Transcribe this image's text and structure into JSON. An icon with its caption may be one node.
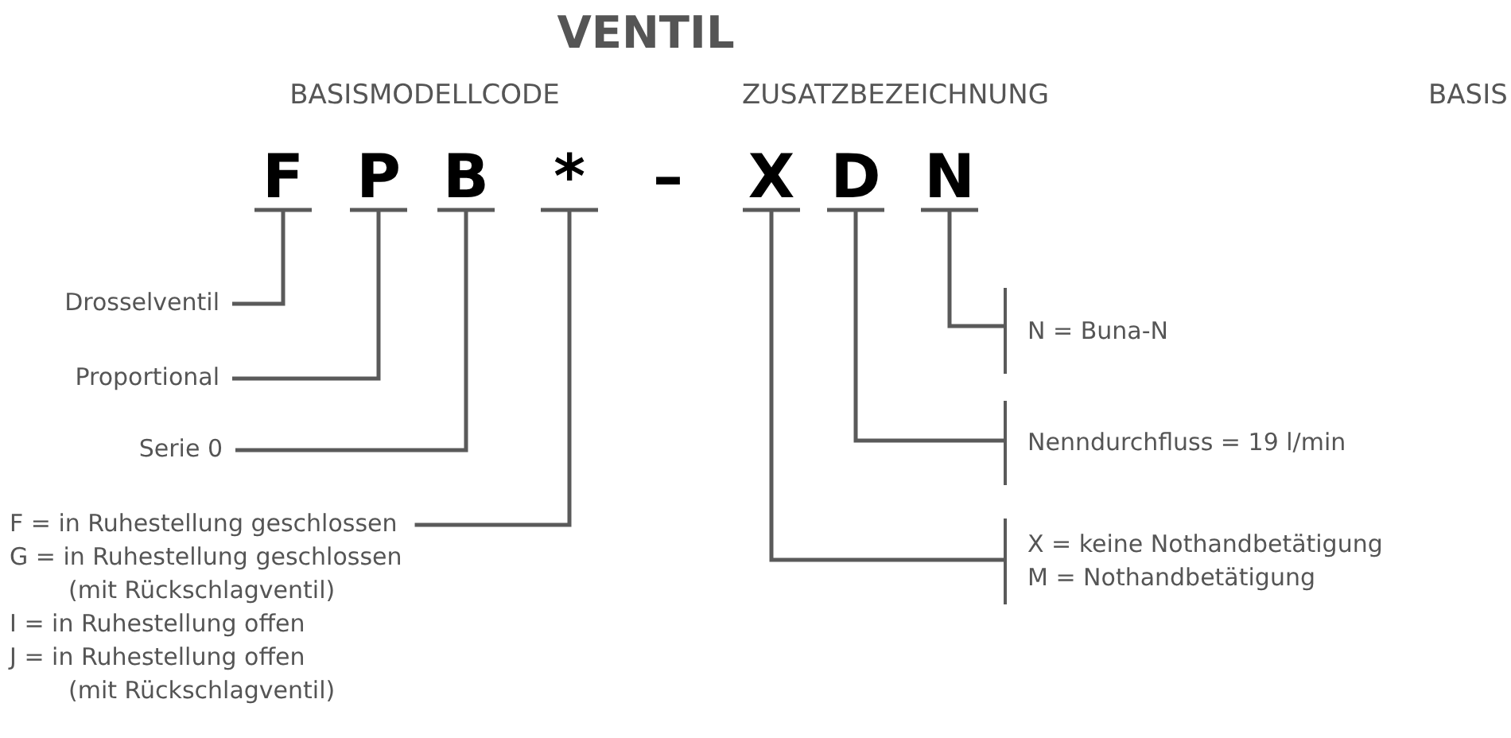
{
  "diagram": {
    "title": "VENTIL",
    "nodes": [
      {
        "text": [
          "F"
        ]
      },
      {
        "text": [
          "P"
        ]
      },
      {
        "text": [
          "B"
        ]
      },
      {
        "text": [
          "*"
        ]
      },
      {
        "text": [
          "X"
        ]
      },
      {
        "text": [
          "D"
        ]
      },
      {
        "text": [
          "N"
        ]
      },
      {
        "text": [
          "Drosselventil"
        ]
      },
      {
        "text": [
          "Proportional"
        ]
      },
      {
        "text": [
          "Serie 0"
        ]
      },
      {
        "text": [
          "F = in Ruhestellung geschlossen",
          "G = in Ruhestellung geschlossen (mit Rückschlagventil)",
          "I = in Ruhestellung offen",
          "J = in Ruhestellung offen (mit Rückschlagventil)"
        ]
      },
      {
        "text": [
          "N = Buna-N"
        ]
      },
      {
        "text": [
          "Nenndurchfluss = 19 l/min"
        ]
      },
      {
        "text": [
          "X = keine Nothandbetätigung",
          "M = Nothandbetätigung"
        ]
      }
    ],
    "edges": [
      {
        "from": 0,
        "to": 7,
        "arrow": "other"
      },
      {
        "from": 1,
        "to": 8,
        "arrow": "other"
      },
      {
        "from": 2,
        "to": 9,
        "arrow": "other"
      },
      {
        "from": 3,
        "to": 10,
        "arrow": "other"
      },
      {
        "from": 4,
        "to": 13,
        "arrow": "other"
      },
      {
        "from": 5,
        "to": 12,
        "arrow": "other"
      },
      {
        "from": 6,
        "to": 11,
        "arrow": "other"
      }
    ],
    "labels": [
      "BASISMODELLCODE",
      "ZUSATZBEZEICHNUNG",
      "BASIS",
      "–"
    ]
  }
}
